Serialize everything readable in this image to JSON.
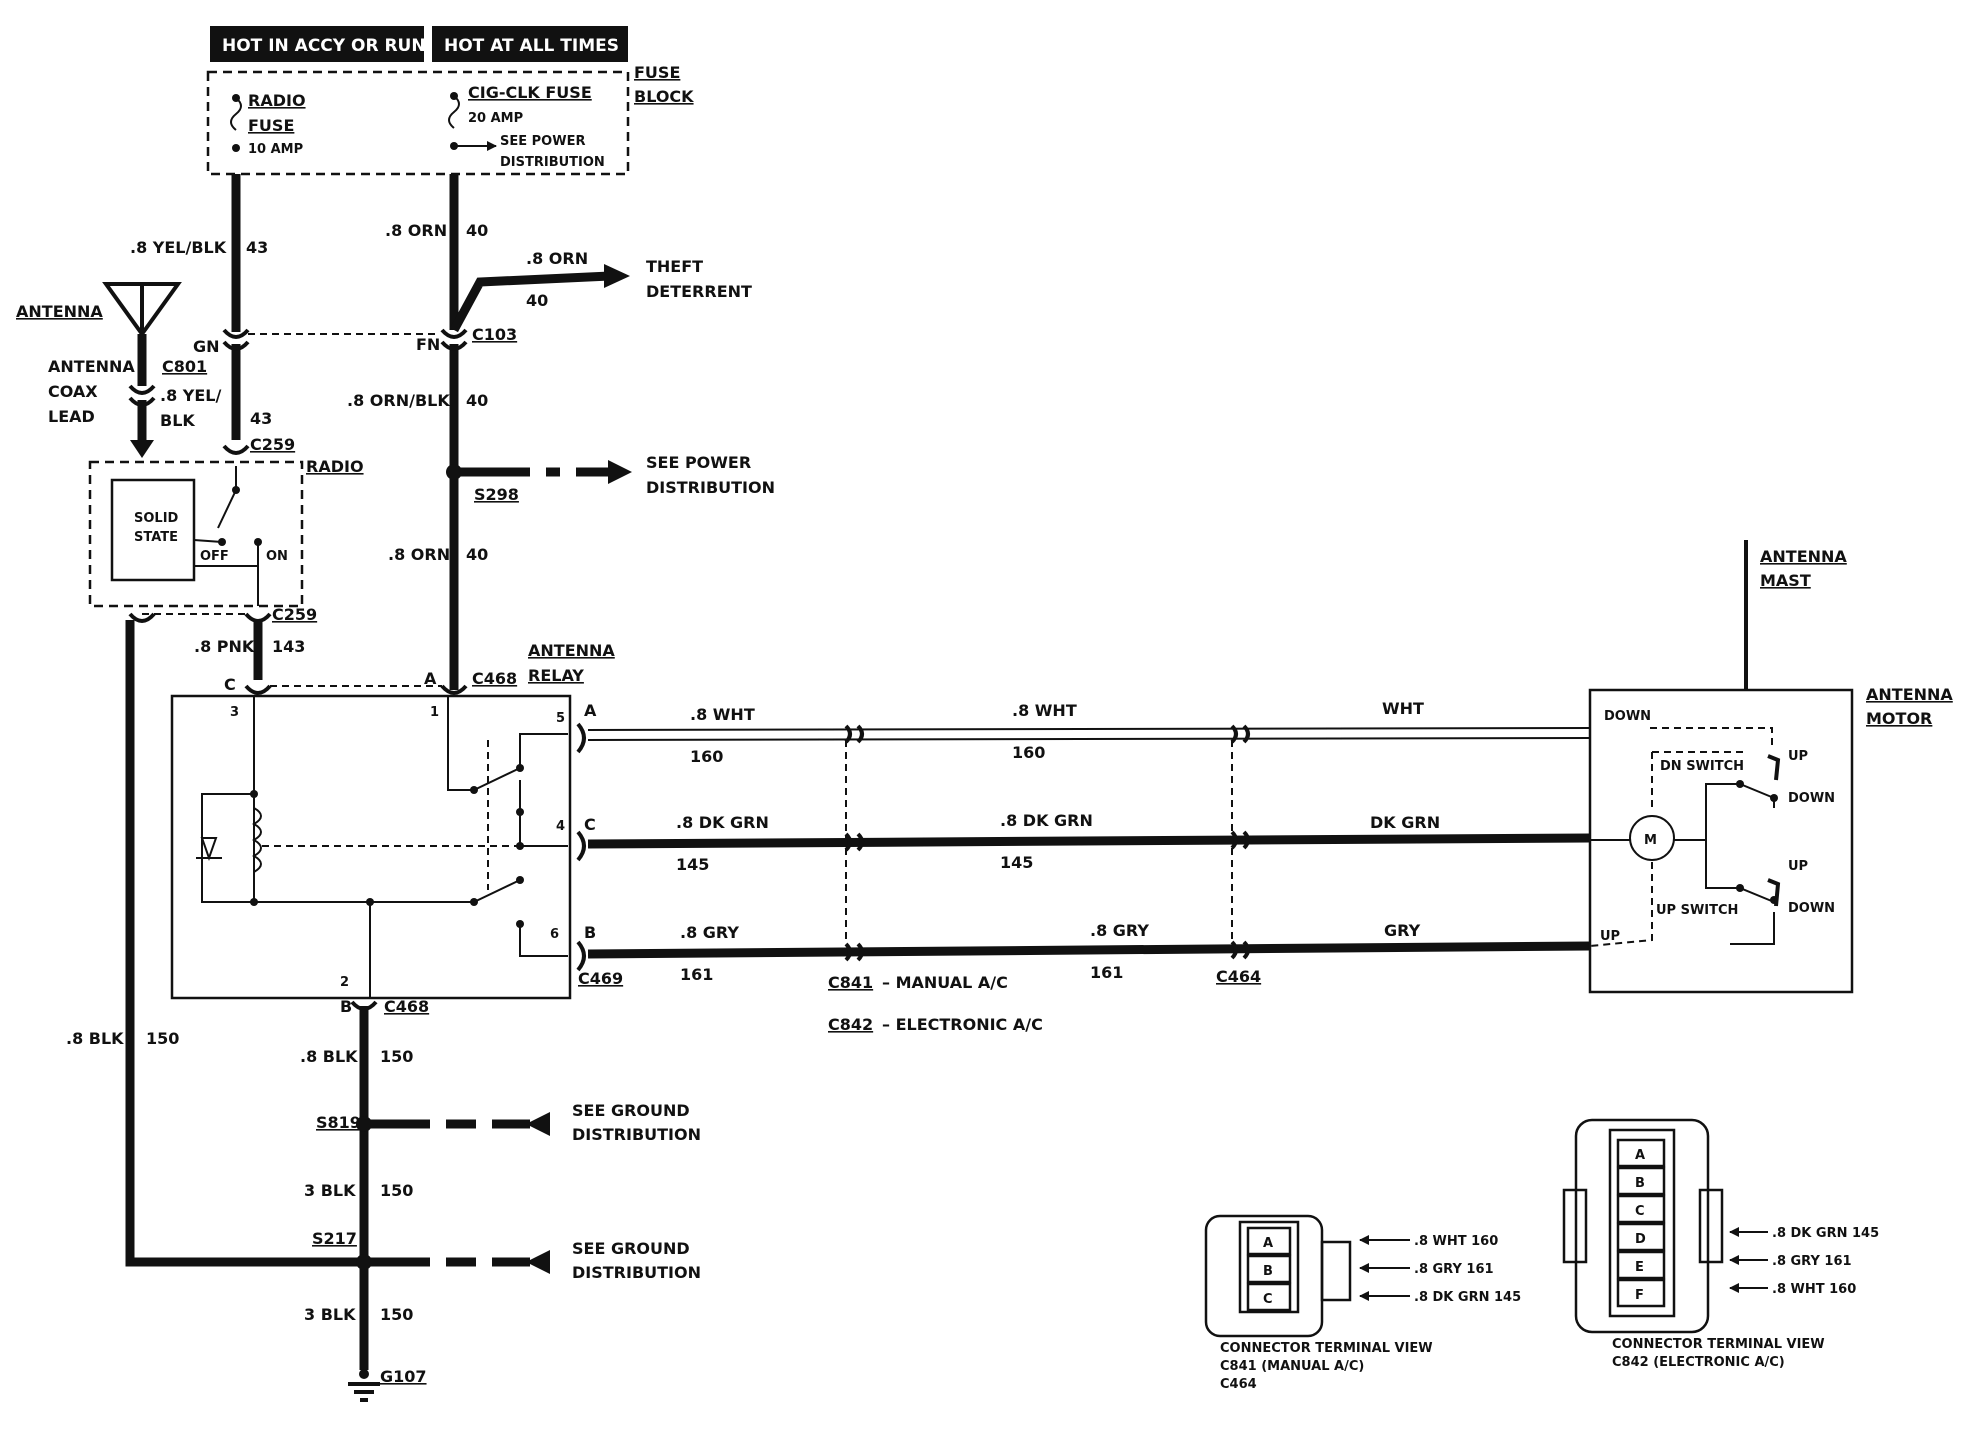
{
  "headers": {
    "accy_run": "HOT IN ACCY OR RUN",
    "all_times": "HOT AT ALL TIMES"
  },
  "fuse_block": {
    "label_1": "FUSE",
    "label_2": "BLOCK",
    "radio_fuse_1": "RADIO",
    "radio_fuse_2": "FUSE",
    "radio_fuse_amp": "10 AMP",
    "cig_fuse": "CIG-CLK FUSE",
    "cig_amp": "20 AMP",
    "see_power_1": "SEE POWER",
    "see_power_2": "DISTRIBUTION"
  },
  "antenna": {
    "label": "ANTENNA",
    "coax_1": "ANTENNA",
    "coax_2": "COAX",
    "coax_3": "LEAD",
    "c801": "C801"
  },
  "wires": {
    "yel_blk": ".8 YEL/BLK",
    "c43": "43",
    "orn": ".8 ORN",
    "c40": "40",
    "gn": "GN",
    "fn": "FN",
    "c103": "C103",
    "yel_2a": ".8 YEL/",
    "yel_2b": "BLK",
    "orn_blk": ".8 ORN/BLK",
    "c259": "C259",
    "pnk": ".8 PNK",
    "c143": "143",
    "blk": ".8 BLK",
    "c150": "150",
    "blk3": "3 BLK",
    "wht": ".8 WHT",
    "c160": "160",
    "dkgrn": ".8 DK GRN",
    "c145": "145",
    "gry": ".8 GRY",
    "c161": "161",
    "wht_plain": "WHT",
    "dkgrn_plain": "DK GRN",
    "gry_plain": "GRY"
  },
  "theft": {
    "line1": "THEFT",
    "line2": "DETERRENT"
  },
  "splices": {
    "s298": "S298",
    "s819": "S819",
    "s217": "S217",
    "g107": "G107"
  },
  "power_dist": {
    "line1": "SEE POWER",
    "line2": "DISTRIBUTION"
  },
  "ground_dist": {
    "line1": "SEE GROUND",
    "line2": "DISTRIBUTION"
  },
  "radio": {
    "label": "RADIO",
    "solid_1": "SOLID",
    "solid_2": "STATE",
    "off": "OFF",
    "on": "ON"
  },
  "relay": {
    "label_1": "ANTENNA",
    "label_2": "RELAY",
    "c468": "C468",
    "c469": "C469",
    "pin_a": "A",
    "pin_b": "B",
    "pin_c": "C",
    "n1": "1",
    "n2": "2",
    "n3": "3",
    "n4": "4",
    "n5": "5",
    "n6": "6"
  },
  "connectors": {
    "c841": "C841",
    "c841_text": "– MANUAL A/C",
    "c842": "C842",
    "c842_text": "– ELECTRONIC A/C",
    "c464": "C464"
  },
  "motor": {
    "label_1": "ANTENNA",
    "label_2": "MOTOR",
    "mast_1": "ANTENNA",
    "mast_2": "MAST",
    "down": "DOWN",
    "up": "UP",
    "dn_switch": "DN SWITCH",
    "up_switch": "UP SWITCH",
    "m": "M"
  },
  "term_view_1": {
    "pins": [
      "A",
      "B",
      "C"
    ],
    "wires": [
      ".8 WHT 160",
      ".8 GRY 161",
      ".8 DK GRN 145"
    ],
    "caption_1": "CONNECTOR TERMINAL VIEW",
    "caption_2": "C841 (MANUAL A/C)",
    "caption_3": "C464"
  },
  "term_view_2": {
    "pins": [
      "A",
      "B",
      "C",
      "D",
      "E",
      "F"
    ],
    "wires": [
      ".8 DK GRN 145",
      ".8 GRY 161",
      ".8 WHT 160"
    ],
    "caption_1": "CONNECTOR TERMINAL VIEW",
    "caption_2": "C842 (ELECTRONIC A/C)"
  }
}
